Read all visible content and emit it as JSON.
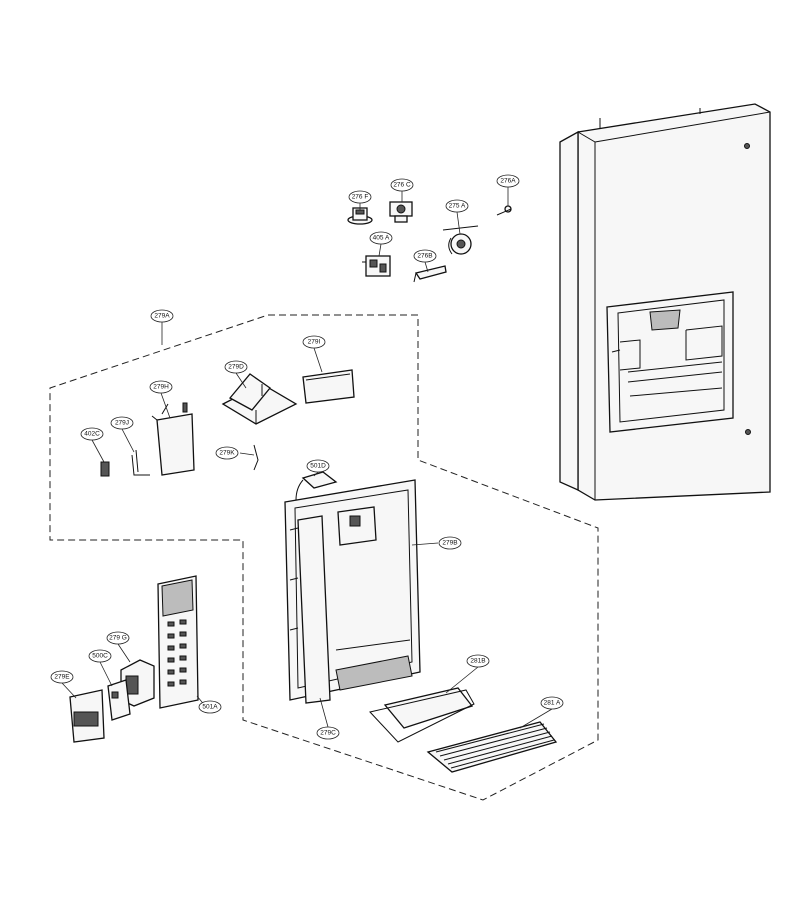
{
  "callouts": [
    {
      "id": "c276F",
      "label": "276 F"
    },
    {
      "id": "c276C",
      "label": "276 C"
    },
    {
      "id": "c275A",
      "label": "275 A"
    },
    {
      "id": "c276A",
      "label": "276A"
    },
    {
      "id": "c405A",
      "label": "405 A"
    },
    {
      "id": "c276B",
      "label": "276B"
    },
    {
      "id": "c279A",
      "label": "279A"
    },
    {
      "id": "c279I",
      "label": "279I"
    },
    {
      "id": "c279D",
      "label": "279D"
    },
    {
      "id": "c279H",
      "label": "279H"
    },
    {
      "id": "c279J",
      "label": "279J"
    },
    {
      "id": "c402C",
      "label": "402C"
    },
    {
      "id": "c279K",
      "label": "279K"
    },
    {
      "id": "c501D",
      "label": "501D"
    },
    {
      "id": "c279B",
      "label": "279B"
    },
    {
      "id": "c279G",
      "label": "279 G"
    },
    {
      "id": "c500C",
      "label": "500C"
    },
    {
      "id": "c279E",
      "label": "279E"
    },
    {
      "id": "c501A",
      "label": "501A"
    },
    {
      "id": "c279C",
      "label": "279C"
    },
    {
      "id": "c281B",
      "label": "281B"
    },
    {
      "id": "c281A",
      "label": "281 A"
    }
  ]
}
